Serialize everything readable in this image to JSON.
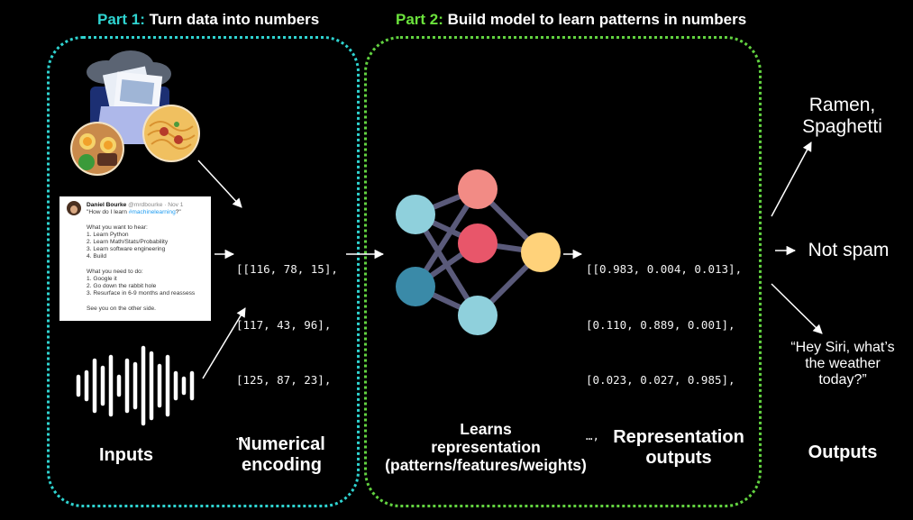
{
  "titles": {
    "part1_prefix": "Part 1:",
    "part1_text": " Turn data into numbers",
    "part2_prefix": "Part 2:",
    "part2_text": " Build model to learn patterns in numbers"
  },
  "colors": {
    "part1": "#2fd3d0",
    "part2": "#62d240",
    "background": "#000000"
  },
  "tweet": {
    "author": "Daniel Bourke",
    "handle": " @mrdbourke · Nov 1",
    "question_prefix": "\"How do I learn ",
    "hashtag": "#machinelearning",
    "question_suffix": "?\"",
    "want_header": "What you want to hear:",
    "want_items": [
      "1. Learn Python",
      "2. Learn Math/Stats/Probability",
      "3. Learn software engineering",
      "4. Build"
    ],
    "need_header": "What you need to do:",
    "need_items": [
      "1. Google it",
      "2. Go down the rabbit hole",
      "3. Resurface in 6-9 months and reassess"
    ],
    "footer": "See you on the other side."
  },
  "encoding_matrix": [
    "[[116, 78, 15],",
    "[117, 43, 96],",
    "[125, 87, 23],",
    "…,"
  ],
  "output_matrix": [
    "[[0.983, 0.004, 0.013],",
    "[0.110, 0.889, 0.001],",
    "[0.023, 0.027, 0.985],",
    "…,"
  ],
  "labels": {
    "inputs": "Inputs",
    "numerical_encoding": [
      "Numerical",
      "encoding"
    ],
    "learns_representation": [
      "Learns",
      "representation",
      "(patterns/features/weights)"
    ],
    "representation_outputs": [
      "Representation",
      "outputs"
    ],
    "outputs": "Outputs"
  },
  "outputs": {
    "food": [
      "Ramen,",
      "Spaghetti"
    ],
    "spam": "Not spam",
    "speech": [
      "“Hey Siri, what’s",
      "the weather",
      "today?”"
    ]
  },
  "icons": [
    "image-folder-icon",
    "ramen-bowl-icon",
    "spaghetti-bowl-icon",
    "audio-waveform-icon",
    "neural-network-icon"
  ]
}
